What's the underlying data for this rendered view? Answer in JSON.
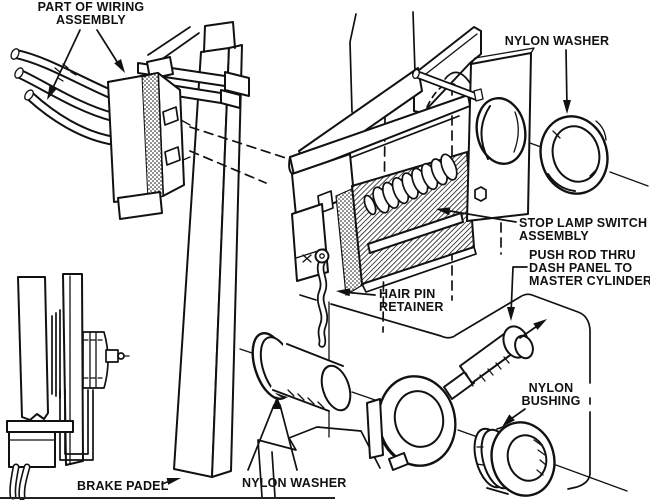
{
  "diagram": {
    "labels": {
      "wiring": {
        "line1": "PART OF WIRING",
        "line2": "ASSEMBLY"
      },
      "nylon_washer_top": "NYLON WASHER",
      "stop_lamp": {
        "line1": "STOP LAMP SWITCH",
        "line2": "ASSEMBLY"
      },
      "push_rod": {
        "line1": "PUSH ROD THRU",
        "line2": "DASH PANEL TO",
        "line3": "MASTER CYLINDER"
      },
      "hair_pin": {
        "line1": "HAIR PIN",
        "line2": "RETAINER"
      },
      "nylon_bushing": {
        "line1": "NYLON",
        "line2": "BUSHING"
      },
      "nylon_washer_bottom": "NYLON WASHER",
      "brake_pedal": "BRAKE PADEL"
    },
    "colors": {
      "ink": "#111111",
      "paper": "#ffffff"
    }
  }
}
